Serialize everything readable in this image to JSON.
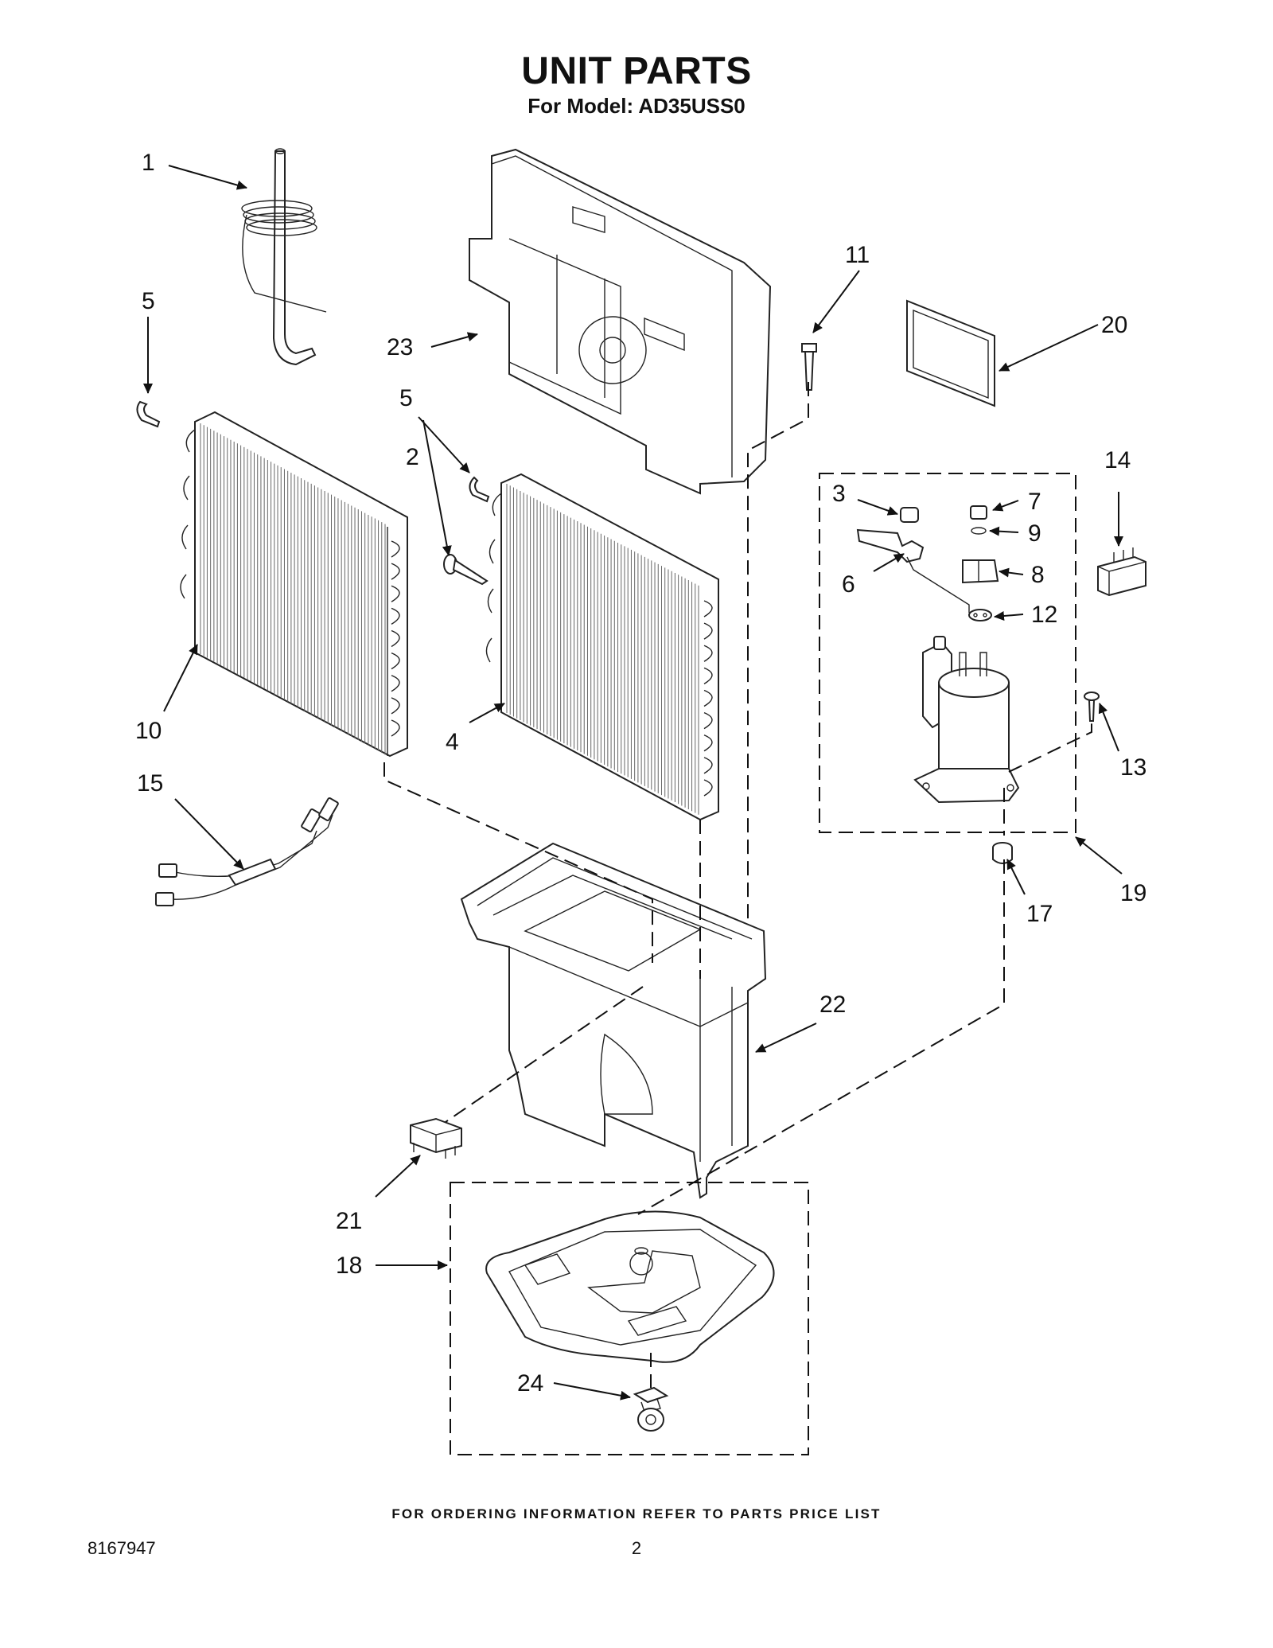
{
  "header": {
    "title": "UNIT PARTS",
    "subtitle": "For Model: AD35USS0"
  },
  "footer": {
    "note": "FOR ORDERING INFORMATION REFER TO PARTS PRICE LIST",
    "doc_number": "8167947",
    "page": "2"
  },
  "callouts": {
    "c1": "1",
    "c2": "2",
    "c3": "3",
    "c4": "4",
    "c5a": "5",
    "c5b": "5",
    "c6": "6",
    "c7": "7",
    "c8": "8",
    "c9": "9",
    "c10": "10",
    "c11": "11",
    "c12": "12",
    "c13": "13",
    "c14": "14",
    "c15": "15",
    "c17": "17",
    "c18": "18",
    "c19": "19",
    "c20": "20",
    "c21": "21",
    "c22": "22",
    "c23": "23",
    "c24": "24"
  }
}
